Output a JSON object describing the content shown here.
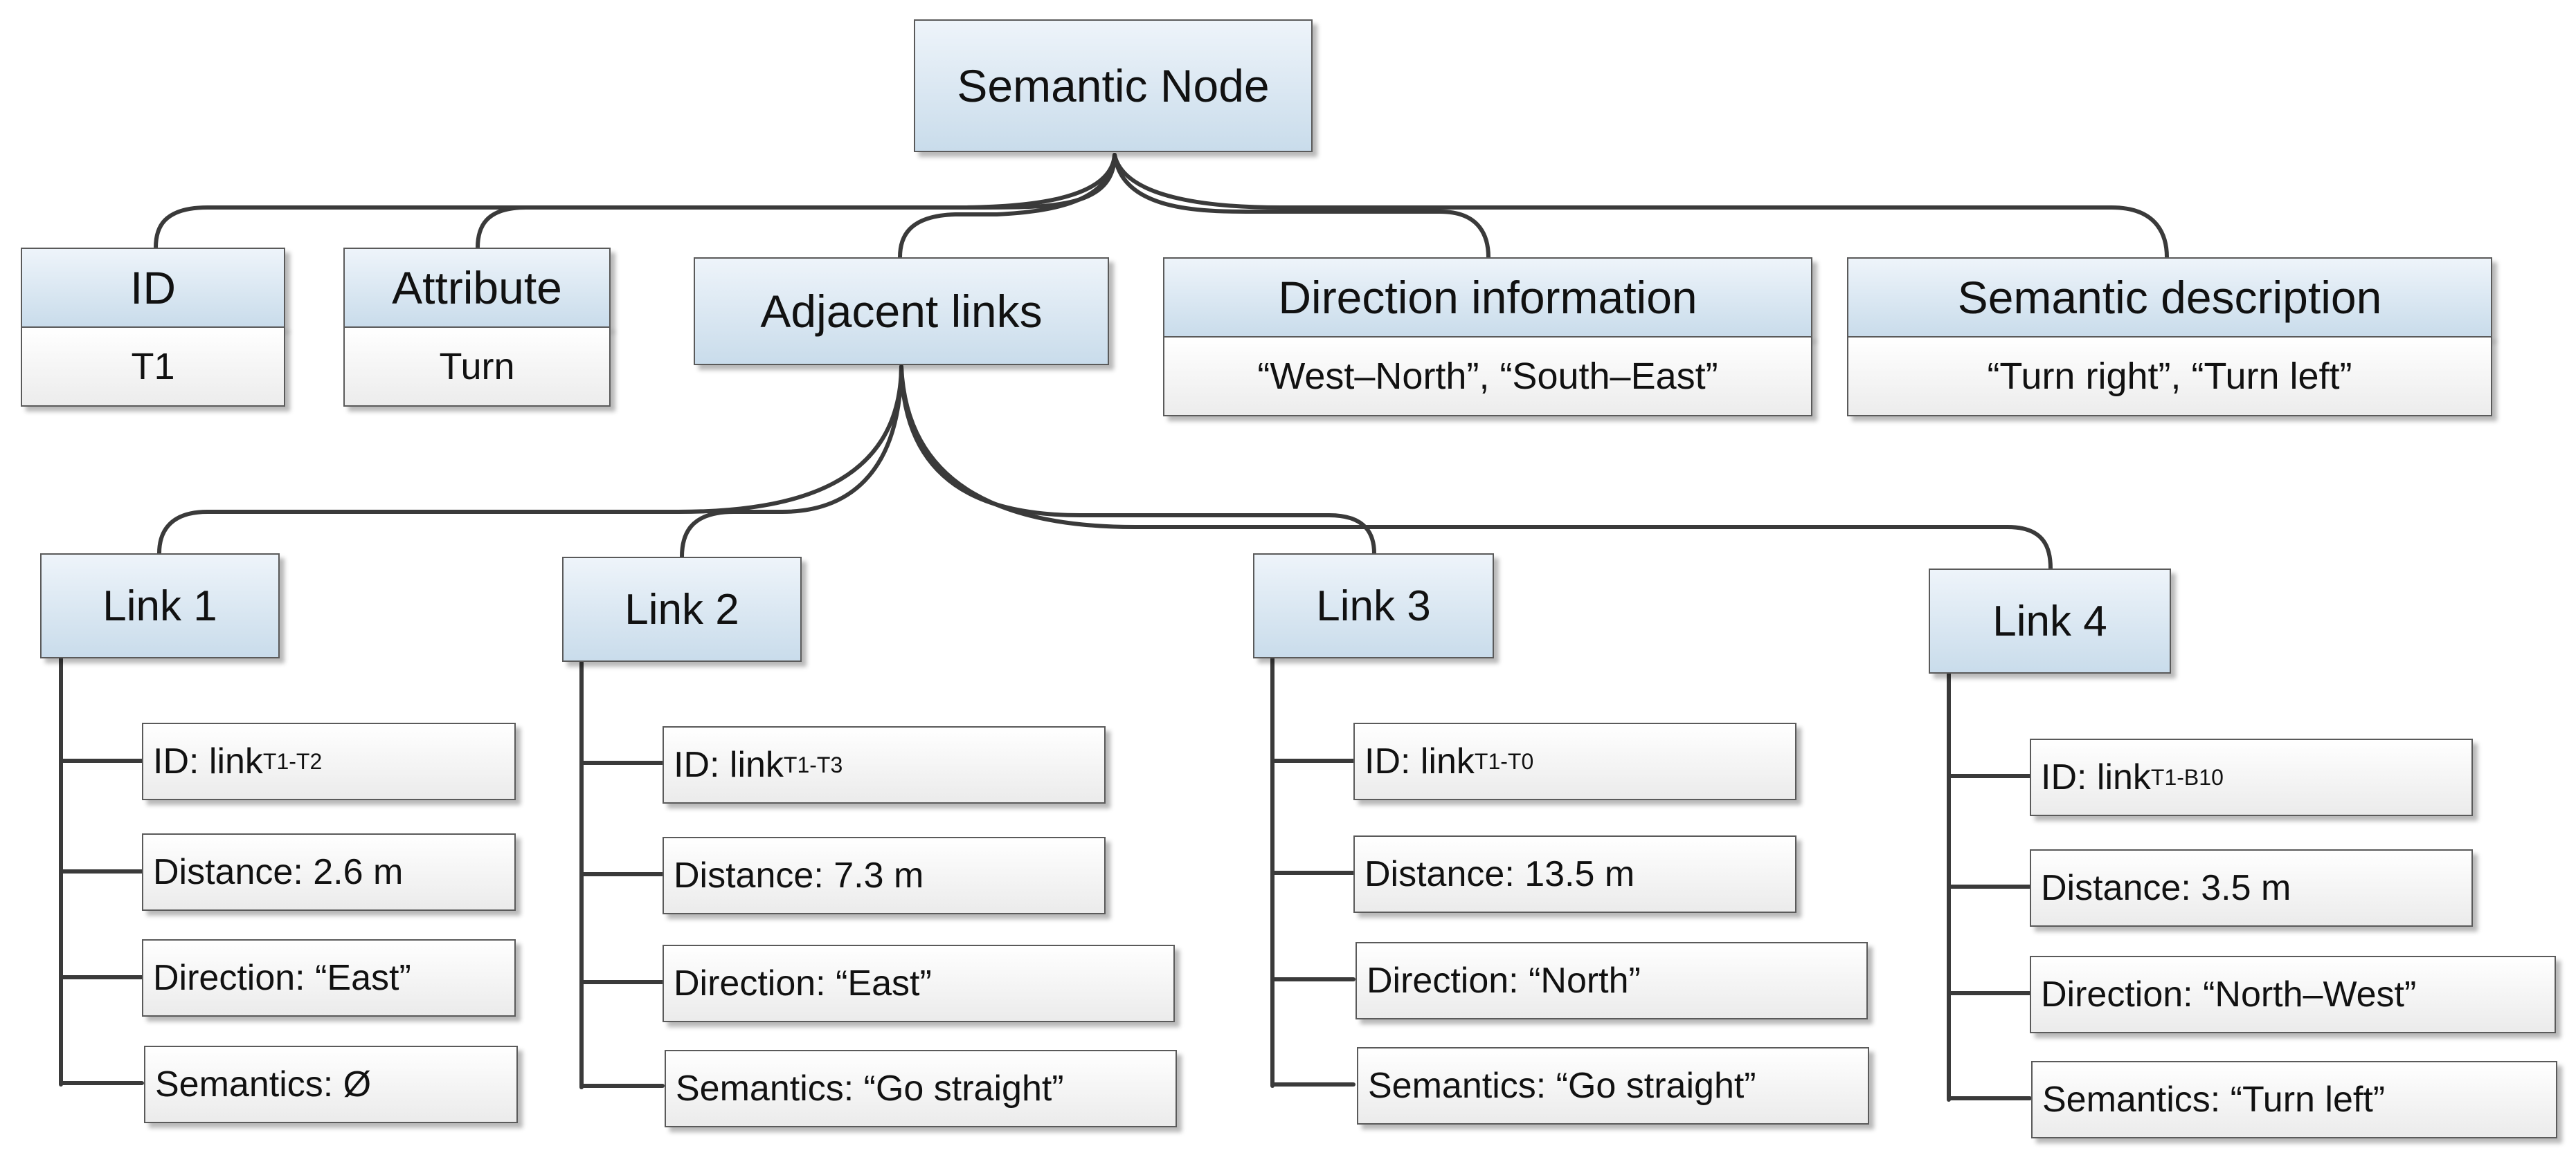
{
  "root": {
    "label": "Semantic Node"
  },
  "id_card": {
    "title": "ID",
    "value": "T1"
  },
  "attribute_card": {
    "title": "Attribute",
    "value": "Turn"
  },
  "adjacent": {
    "label": "Adjacent links"
  },
  "direction_card": {
    "title": "Direction information",
    "value": "“West–North”, “South–East”"
  },
  "semantic_card": {
    "title": "Semantic description",
    "value": "“Turn right”, “Turn left”"
  },
  "links": [
    {
      "title": "Link 1",
      "id_prefix": "ID: link",
      "id_sub": "T1-T2",
      "distance": "Distance: 2.6 m",
      "direction": "Direction: “East”",
      "semantics": "Semantics: Ø"
    },
    {
      "title": "Link 2",
      "id_prefix": "ID: link",
      "id_sub": "T1-T3",
      "distance": "Distance: 7.3 m",
      "direction": "Direction: “East”",
      "semantics": "Semantics: “Go straight”"
    },
    {
      "title": "Link 3",
      "id_prefix": "ID: link",
      "id_sub": "T1-T0",
      "distance": "Distance: 13.5 m",
      "direction": "Direction: “North”",
      "semantics": "Semantics: “Go straight”"
    },
    {
      "title": "Link 4",
      "id_prefix": "ID: link",
      "id_sub": "T1-B10",
      "distance": "Distance: 3.5 m",
      "direction": "Direction: “North–West”",
      "semantics": "Semantics: “Turn left”"
    }
  ]
}
